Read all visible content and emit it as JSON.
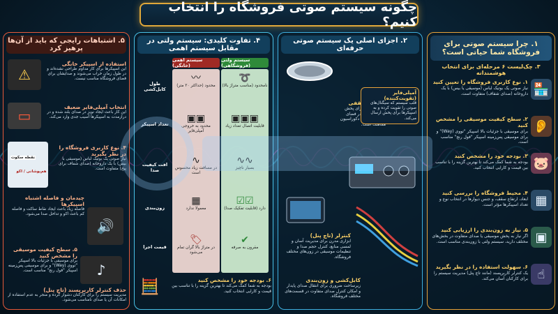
{
  "title": "چگونه سیستم صوتی فروشگاه را انتخاب کنیم؟",
  "panel1": {
    "heading": "۱. چرا سیستم صوتی برای فروشگاه شما حیاتی است؟",
    "checklist_title": "۳. چک‌لیست ۶ مرحله‌ای برای انتخاب هوشمندانه",
    "steps": [
      {
        "title": "۱. نوع کاربری فروشگاه را تعیین کنید",
        "desc": "نیاز صوتی یک بوتیک لباس (موسیقی یا بیس) با یک داروخانه (صدای شفاف) متفاوت است.",
        "icon": "store-icon"
      },
      {
        "title": "۲. سطح کیفیت موسیقی را مشخص کنید",
        "desc": "برای موسیقی با جزئیات بالا اسپیکر \"تووی (Way)\" و برای موسیقی پس‌زمینه اسپیکر \"فول رنج\" مناسب است.",
        "icon": "ear-icon"
      },
      {
        "title": "۳. بودجه خود را مشخص کنید",
        "desc": "بودجه به شما کمک می‌کند تا بهترین گزینه را با تناسب بین قیمت و کارایی انتخاب کنید.",
        "icon": "piggy-bank-icon"
      },
      {
        "title": "۴. محیط فروشگاه را بررسی کنید",
        "desc": "ابعاد، ارتفاع سقف، و جنس دیوارها در انتخاب نوع و تعداد اسپیکرها مؤثر است.",
        "icon": "floorplan-icon"
      },
      {
        "title": "۵. نیاز به زون‌بندی را ارزیابی کنید",
        "desc": "اگر نیاز به پخش موسیقی یا صدای متفاوت در بخش‌های مختلف دارید، سیستم ولتی با زون‌بندی مناسب است.",
        "icon": "zones-icon"
      },
      {
        "title": "۶. سهولت استفاده را در نظر بگیرید",
        "desc": "یک کنترلر کاربرپسند (مانند تاچ پنل) مدیریت سیستم را برای کارکنان آسان می‌کند.",
        "icon": "touch-hand-icon"
      }
    ]
  },
  "panel2": {
    "heading": "۲. اجزای اصلی یک سیستم صوتی حرفه‌ای",
    "ceiling_title": "اسپیکر سقفی",
    "ceiling_desc": "بهترین گزینه برای پخش یکنواخت صدا در فضای فروشگاه که با دکوراسیون هماهنگ است.",
    "amp_title": "آمپلی‌فایر (تقویت‌کننده)",
    "amp_desc": "قلب سیستم که سیگنال‌های صوتی را تقویت کرده و به اسپیکرها برای پخش ارسال می‌کند.",
    "controller_title": "کنترلر (تاچ پنل)",
    "controller_desc": "ابزاری مدرن برای مدیریت آسان و لمسی منابع، کنترل حجم صدا و تنظیمات موسیقی در زون‌های مختلف فروشگاه.",
    "cable_title": "کابل‌کشی و زون‌بندی",
    "cable_desc": "زیرساخت ضروری برای انتقال صدای پایدار و امکان کنترل صدای متفاوت در قسمت‌های مختلف فروشگاه."
  },
  "panel3": {
    "heading": "۴. تفاوت کلیدی: سیستم ولتی در مقابل سیستم اهمی",
    "col_pro": "سیستم ولتی (فروشگاهی)",
    "col_home": "سیستم اهمی (خانگی)",
    "rows": [
      {
        "label": "طول کابل‌کشی",
        "pro": "نامحدود (مناسب متراژ بالا)",
        "home": "محدود (حداکثر ۲۰ متر)"
      },
      {
        "label": "تعداد اسپیکر",
        "pro": "قابلیت اتصال تعداد زیاد",
        "home": "محدود به خروجی آمپلی‌فایر"
      },
      {
        "label": "افت کیفیت صدا",
        "pro": "بسیار ناچیز",
        "home": "در مسافت زیاد محسوس است"
      },
      {
        "label": "زون‌بندی",
        "pro": "دارد (قابلیت تفکیک صدا)",
        "home": "معمولا ندارد"
      },
      {
        "label": "قیمت اجرا",
        "pro": "مقرون به صرفه",
        "home": "در متراژ بالا گران تمام می‌شود"
      }
    ],
    "budget_title": "۶. بودجه خود را مشخص کنید",
    "budget_desc": "بودجه به شما کمک می‌کند تا بهترین گزینه را با تناسب بین قیمت و کارایی انتخاب کنید."
  },
  "panel4": {
    "heading": "۵. اشتباهات رایجی که باید از آن‌ها پرهیز کرد",
    "items": [
      {
        "title": "استفاده از اسپیکر خانگی",
        "desc": "این اسپیکرها برای کار مداوم طراحی نشده‌اند و در طول زمان خراب می‌شوند و صدایشان برای فضای فروشگاه مناسب نیست."
      },
      {
        "title": "انتخاب آمپلی‌فایر ضعیف",
        "desc": "این کار باعث ایجاد نویز در صدای بلند شده و در درازمدت به اسپیکرها آسیب جدی وارد می‌کند."
      },
      {
        "title": "۴. نوع کاربری فروشگاه را در نظر بگیرید",
        "desc": "نیاز صوتی یک بوتیک لباس (موسیقی با بیس) با یک داروخانه (صدای شفاف برای پیج) متفاوت است."
      },
      {
        "title": "چیدمان و فاصله اشتباه اسپیکرها",
        "desc": "فاصله زیاد باعث ایجاد نقاط ساکت و فاصله کم باعث اکو و تداخل صدا می‌شود."
      },
      {
        "title": "۵. سطح کیفیت موسیقی را مشخص کنید",
        "desc": "برای موسیقی با جزئیات بالا اسپیکر \"تووی (Way)\" و برای موسیقی پس‌زمینه اسپیکر \"فول رنج\" مناسب است."
      },
      {
        "title": "حذف کنترلر کاربرپسند (تاچ پنل)",
        "desc": "مدیریت سیستم را برای کارکنان دشوار کرده و منجر به عدم استفاده از امکانات آن یا صدای نامناسب می‌شود."
      }
    ],
    "label_silent": "نقطه سکوت",
    "label_echo": "هم‌پوشانی / اکو"
  },
  "colors": {
    "accent": "#e0a83a",
    "pro": "#2f8a3a",
    "home": "#a02a24",
    "mistake": "#e85a3a"
  }
}
